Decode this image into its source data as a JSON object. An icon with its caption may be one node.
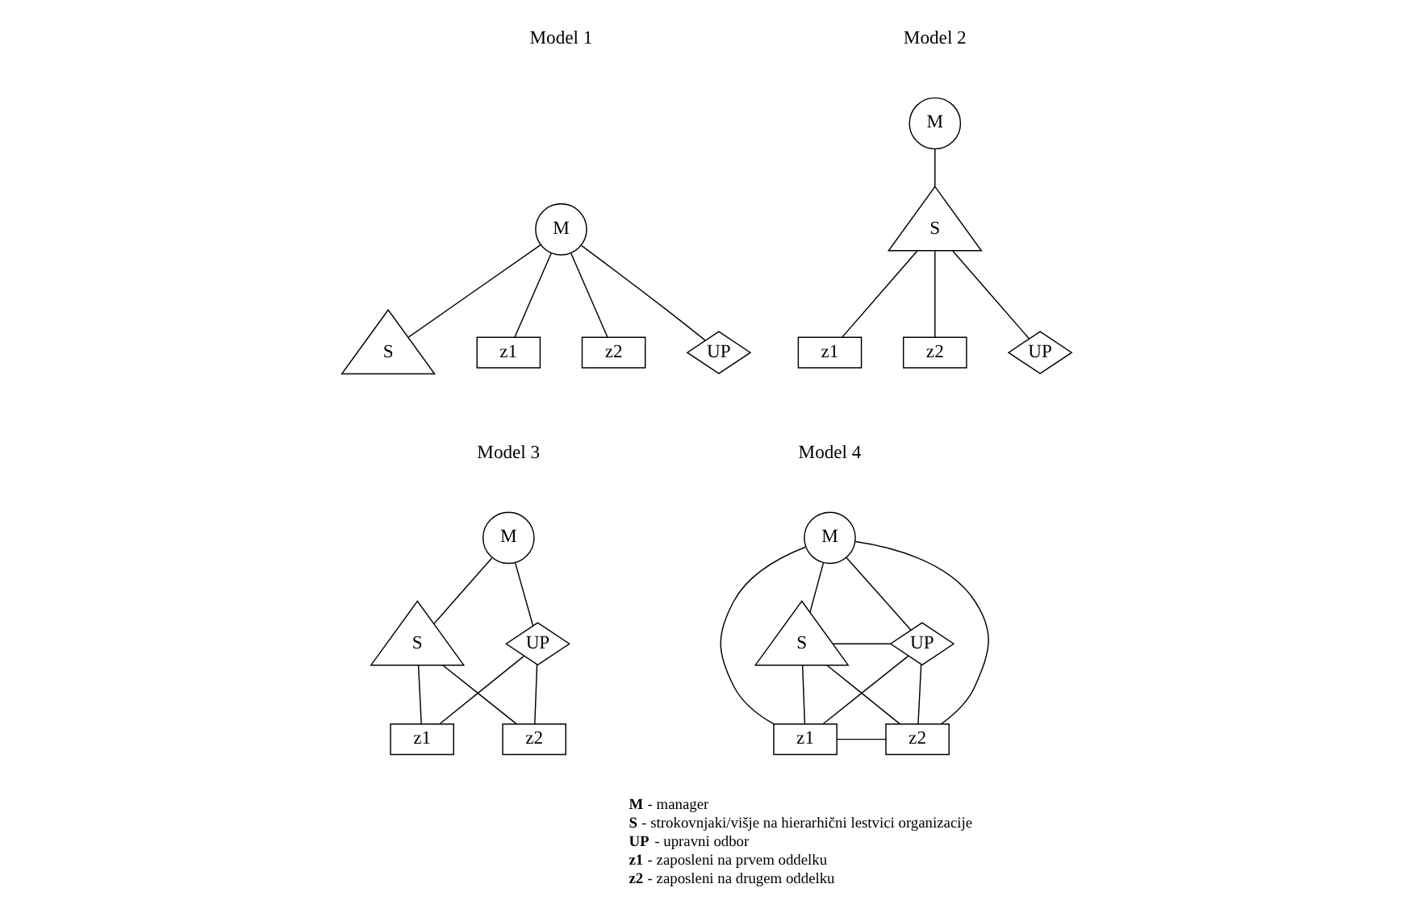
{
  "diagram": {
    "nodes": [
      {
        "text": [
          "M"
        ]
      },
      {
        "text": [
          "S"
        ]
      },
      {
        "text": [
          "z1"
        ]
      },
      {
        "text": [
          "z2"
        ]
      },
      {
        "text": [
          "UP"
        ]
      },
      {
        "text": [
          "M"
        ]
      },
      {
        "text": [
          "S"
        ]
      },
      {
        "text": [
          "z1"
        ]
      },
      {
        "text": [
          "z2"
        ]
      },
      {
        "text": [
          "UP"
        ]
      },
      {
        "text": [
          "M"
        ]
      },
      {
        "text": [
          "S"
        ]
      },
      {
        "text": [
          "z1"
        ]
      },
      {
        "text": [
          "z2"
        ]
      },
      {
        "text": [
          "UP"
        ]
      },
      {
        "text": [
          "M"
        ]
      },
      {
        "text": [
          "S"
        ]
      },
      {
        "text": [
          "z1"
        ]
      },
      {
        "text": [
          "z2"
        ]
      },
      {
        "text": [
          "UP"
        ]
      }
    ],
    "edges": [
      {
        "from": 0,
        "to": 1,
        "arrow": "none"
      },
      {
        "from": 0,
        "to": 2,
        "arrow": "none"
      },
      {
        "from": 0,
        "to": 3,
        "arrow": "none"
      },
      {
        "from": 0,
        "to": 4,
        "arrow": "none"
      },
      {
        "from": 5,
        "to": 6,
        "arrow": "none"
      },
      {
        "from": 6,
        "to": 9,
        "arrow": "none"
      },
      {
        "from": 6,
        "to": 7,
        "arrow": "none"
      },
      {
        "from": 6,
        "to": 8,
        "arrow": "none"
      },
      {
        "from": 10,
        "to": 11,
        "arrow": "none"
      },
      {
        "from": 10,
        "to": 14,
        "arrow": "none"
      },
      {
        "from": 11,
        "to": 12,
        "arrow": "none"
      },
      {
        "from": 11,
        "to": 13,
        "arrow": "none"
      },
      {
        "from": 14,
        "to": 12,
        "arrow": "none"
      },
      {
        "from": 14,
        "to": 13,
        "arrow": "none"
      },
      {
        "from": 15,
        "to": 16,
        "arrow": "none"
      },
      {
        "from": 15,
        "to": 17,
        "arrow": "none"
      },
      {
        "from": 15,
        "to": 18,
        "arrow": "none"
      },
      {
        "from": 15,
        "to": 19,
        "arrow": "none"
      },
      {
        "from": 16,
        "to": 19,
        "arrow": "none"
      },
      {
        "from": 16,
        "to": 17,
        "arrow": "none"
      },
      {
        "from": 16,
        "to": 18,
        "arrow": "none"
      },
      {
        "from": 17,
        "to": 19,
        "arrow": "none"
      },
      {
        "from": 17,
        "to": 18,
        "arrow": "none"
      },
      {
        "from": 18,
        "to": 19,
        "arrow": "none"
      }
    ],
    "labels": [
      "Model 1",
      "Model 2",
      "Model 3",
      "Model 4",
      "**M** - manager",
      "**S** - strokovnjaki/višje na hierarhični lestvici organizacije",
      "**UP** - upravni odbor",
      "**z1** - zaposleni na prvem oddelku",
      "**z2** - zaposleni na drugem oddelku"
    ]
  }
}
